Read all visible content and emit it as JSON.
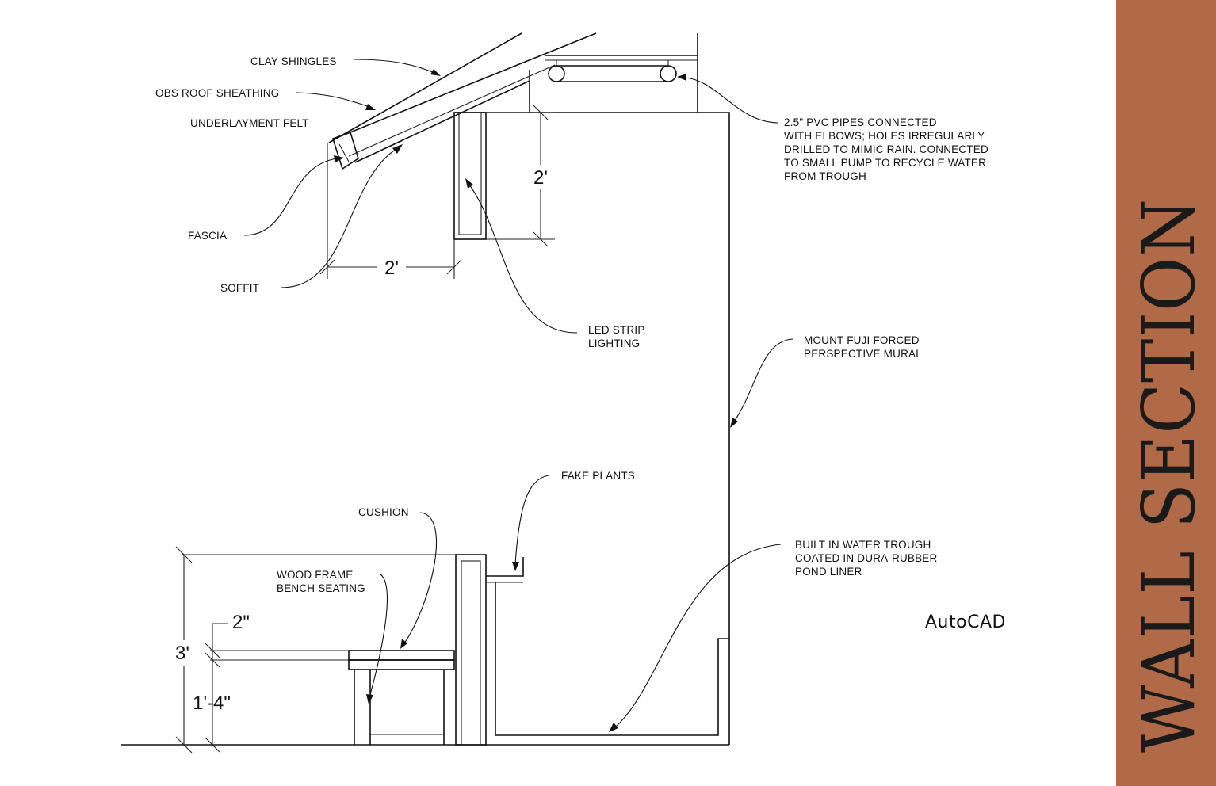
{
  "labels": {
    "clay_shingles": "CLAY SHINGLES",
    "obs_roof_sheathing": "OBS ROOF SHEATHING",
    "underlayment_felt": "UNDERLAYMENT FELT",
    "fascia": "FASCIA",
    "soffit": "SOFFIT",
    "led_strip_lighting": [
      "LED STRIP",
      "LIGHTING"
    ],
    "pvc_pipes": [
      "2.5\" PVC PIPES CONNECTED",
      "WITH ELBOWS; HOLES IRREGULARLY",
      "DRILLED TO MIMIC RAIN. CONNECTED",
      "TO SMALL PUMP TO RECYCLE WATER",
      "FROM TROUGH"
    ],
    "mural": [
      "MOUNT FUJI FORCED",
      "PERSPECTIVE MURAL"
    ],
    "fake_plants": "FAKE PLANTS",
    "cushion": "CUSHION",
    "bench": [
      "WOOD FRAME",
      "BENCH SEATING"
    ],
    "water_trough": [
      "BUILT IN WATER TROUGH",
      "COATED IN DURA-RUBBER",
      "POND LINER"
    ]
  },
  "dimensions": {
    "light_box_height": "2'",
    "overhang_width": "2'",
    "bench_total_height": "3'",
    "cushion_thickness": "2\"",
    "seat_height": "1'-4\""
  },
  "software_credit": "AutoCAD",
  "title": "WALL SECTION",
  "colors": {
    "title_band": "#b06a47",
    "line": "#111111",
    "background": "#ffffff"
  }
}
